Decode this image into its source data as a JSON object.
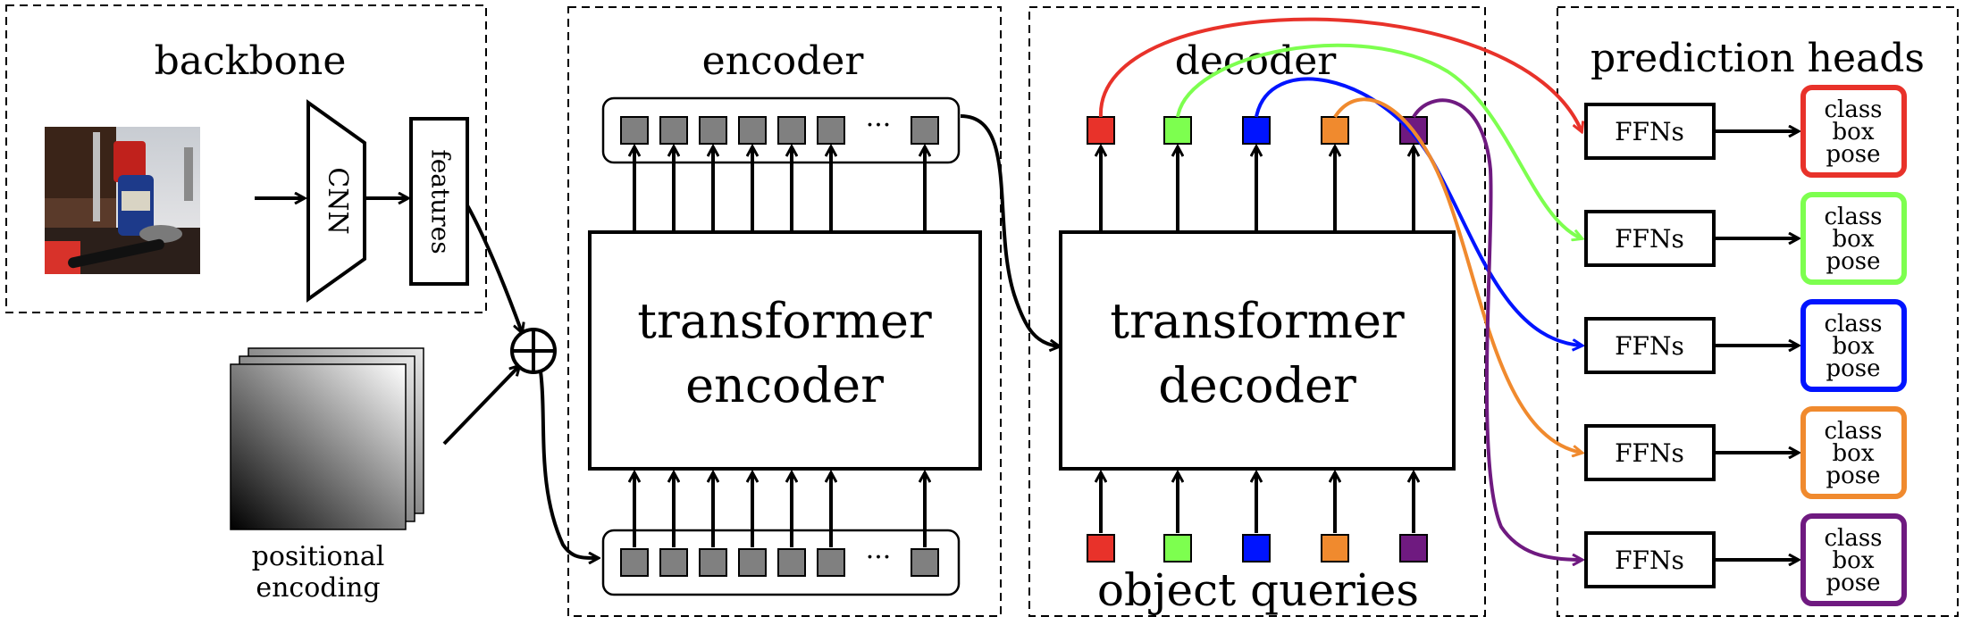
{
  "sections": {
    "backbone": "backbone",
    "encoder": "encoder",
    "decoder": "decoder",
    "prediction_heads": "prediction heads"
  },
  "backbone": {
    "cnn_label": "CNN",
    "features_label": "features",
    "positional_encoding_line1": "positional",
    "positional_encoding_line2": "encoding"
  },
  "encoder": {
    "transformer_line1": "transformer",
    "transformer_line2": "encoder",
    "ellipsis": "···"
  },
  "decoder": {
    "transformer_line1": "transformer",
    "transformer_line2": "decoder",
    "object_queries": "object queries"
  },
  "heads": {
    "ffn_label": "FFNs",
    "output_lines": [
      "class",
      "box",
      "pose"
    ]
  },
  "colors": {
    "gray_token": "#808080",
    "queries": [
      "#e8322a",
      "#7dff4f",
      "#0014ff",
      "#f08a2e",
      "#6f1a80"
    ]
  }
}
